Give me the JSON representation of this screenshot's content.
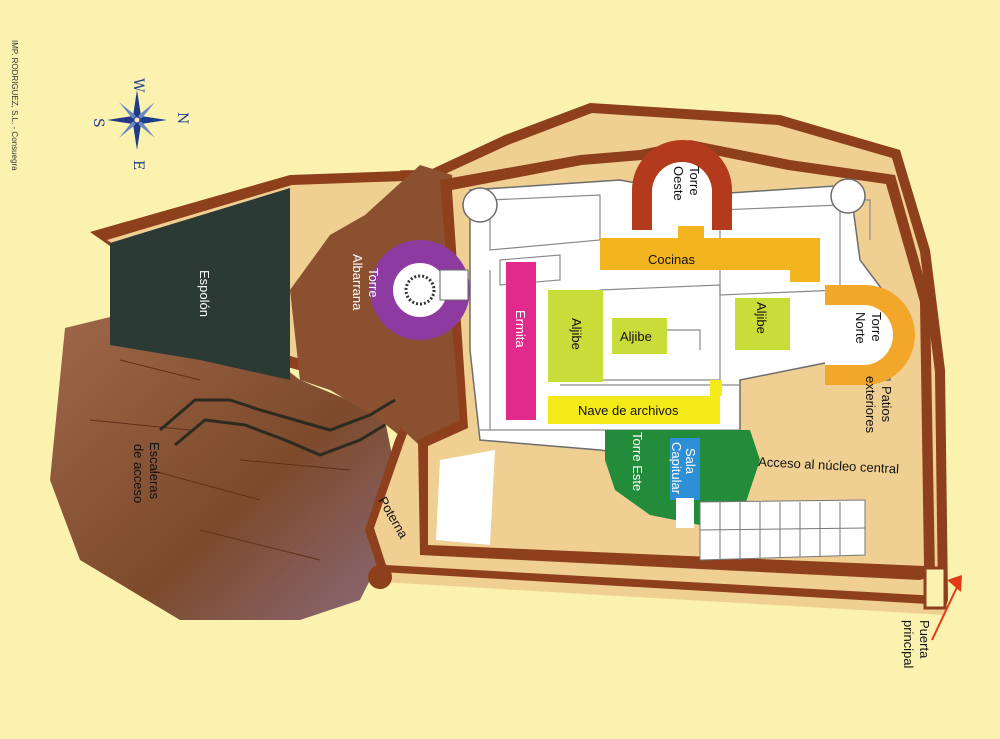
{
  "credit": "IMP. RODRIGUEZ, S.L. - Consuegra",
  "compass": {
    "n": "N",
    "s": "S",
    "e": "E",
    "w": "W"
  },
  "labels": {
    "espolon": "Espolón",
    "torre_albarrana_1": "Torre",
    "torre_albarrana_2": "Albarrana",
    "torre_oeste_1": "Torre",
    "torre_oeste_2": "Oeste",
    "cocinas": "Cocinas",
    "torre_norte_1": "Torre",
    "torre_norte_2": "Norte",
    "ermita": "Ermita",
    "aljibe_1": "Aljibe",
    "aljibe_2": "Aljibe",
    "aljibe_3": "Aljibe",
    "nave": "Nave de archivos",
    "torre_este": "Torre Este",
    "sala_1": "Sala",
    "sala_2": "Capitular",
    "patios_1": "Patios",
    "patios_2": "exteriores",
    "acceso": "Acceso al núcleo central",
    "escaleras_1": "Escaleras",
    "escaleras_2": "de acceso",
    "poterna": "Poterna",
    "puerta_1": "Puerta",
    "puerta_2": "principal"
  },
  "colors": {
    "background": "#fbf2b0",
    "outer_wall": "#8e3f1c",
    "courtyard": "#f0cf93",
    "rock": "#8a5030",
    "espolon": "#2b3a34",
    "torre_albarrana": "#8d3ba0",
    "torre_oeste": "#b33a1c",
    "cocinas": "#f2b51f",
    "torre_norte": "#f3a72a",
    "ermita": "#e22a8c",
    "aljibe": "#c8dd3a",
    "nave": "#f4ea1a",
    "torre_este": "#238c3a",
    "sala_capitular": "#2d8fd6",
    "arrow": "#e23a17"
  }
}
